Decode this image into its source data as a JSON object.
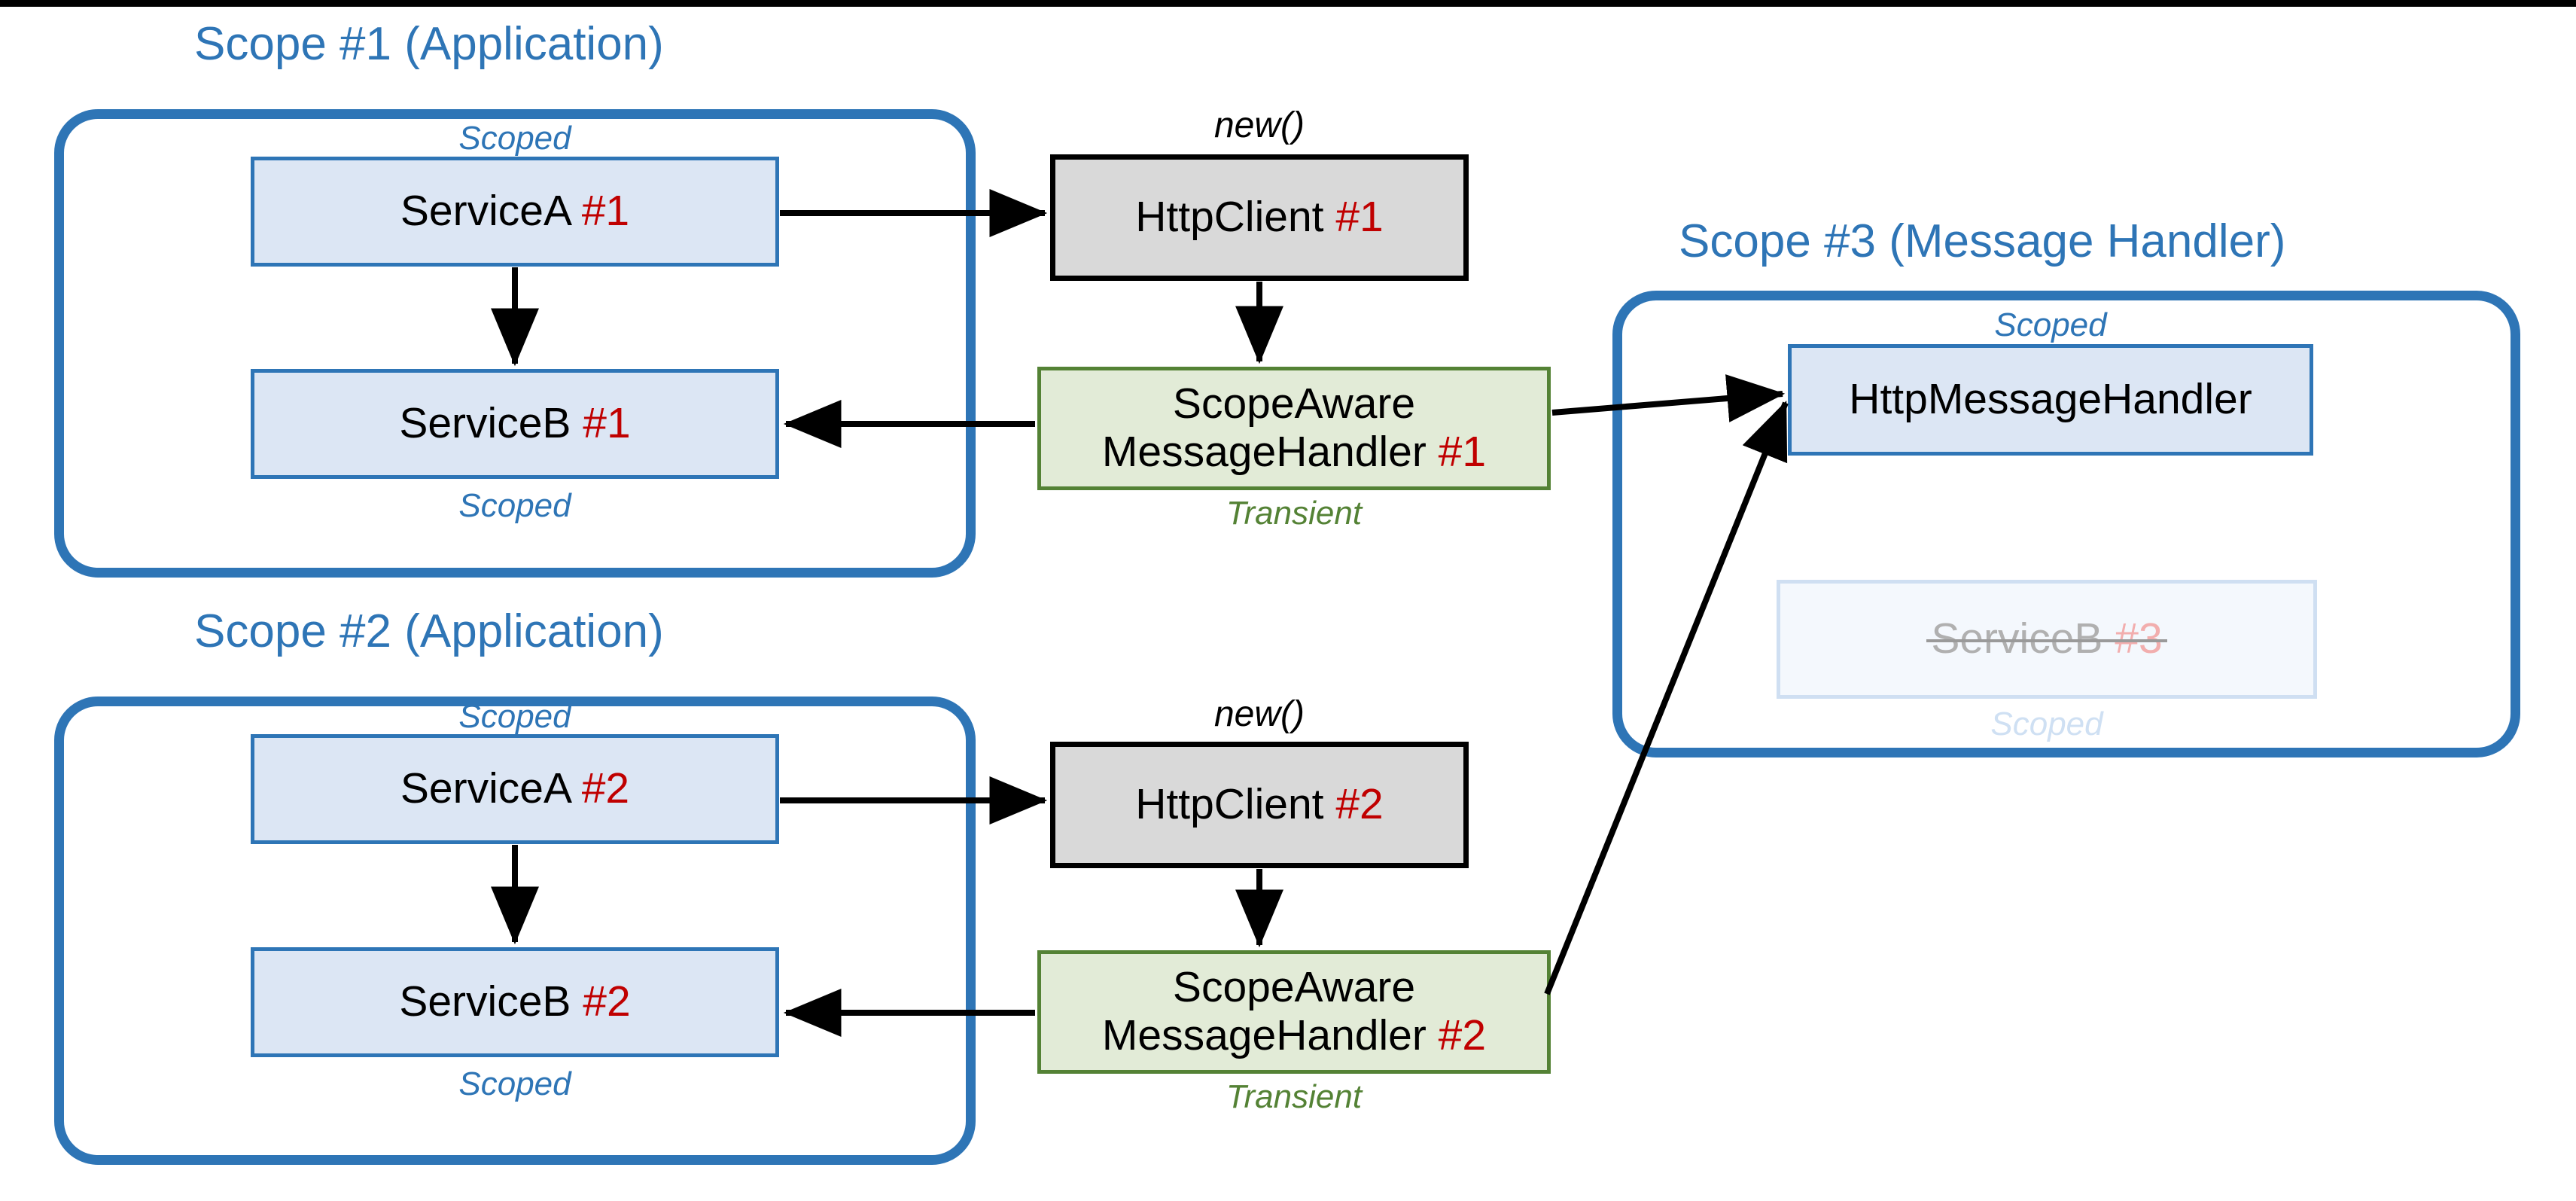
{
  "diagram": {
    "title_color": "#2e75b6",
    "accent_red": "#c00000",
    "accent_green": "#548235",
    "scopes": [
      {
        "id": "scope1",
        "title": "Scope #1 (Application)"
      },
      {
        "id": "scope2",
        "title": "Scope #2 (Application)"
      },
      {
        "id": "scope3",
        "title": "Scope #3 (Message Handler)"
      }
    ],
    "nodes": {
      "service_a_1": {
        "name": "ServiceA ",
        "index": "#1",
        "lifetime_above": "Scoped"
      },
      "service_b_1": {
        "name": "ServiceB ",
        "index": "#1",
        "lifetime_below": "Scoped"
      },
      "http_client_1": {
        "name": "HttpClient ",
        "index": "#1",
        "label_above": "new()"
      },
      "handler_1": {
        "line1": "ScopeAware",
        "line2": "MessageHandler ",
        "index": "#1",
        "lifetime_below": "Transient"
      },
      "service_a_2": {
        "name": "ServiceA ",
        "index": "#2",
        "lifetime_above": "Scoped"
      },
      "service_b_2": {
        "name": "ServiceB ",
        "index": "#2",
        "lifetime_below": "Scoped"
      },
      "http_client_2": {
        "name": "HttpClient ",
        "index": "#2",
        "label_above": "new()"
      },
      "handler_2": {
        "line1": "ScopeAware",
        "line2": "MessageHandler ",
        "index": "#2",
        "lifetime_below": "Transient"
      },
      "http_message_handler": {
        "name": "HttpMessageHandler",
        "lifetime_above": "Scoped"
      },
      "service_b_3": {
        "name": "ServiceB ",
        "index": "#3",
        "lifetime_below": "Scoped",
        "struck_out": true
      }
    }
  }
}
